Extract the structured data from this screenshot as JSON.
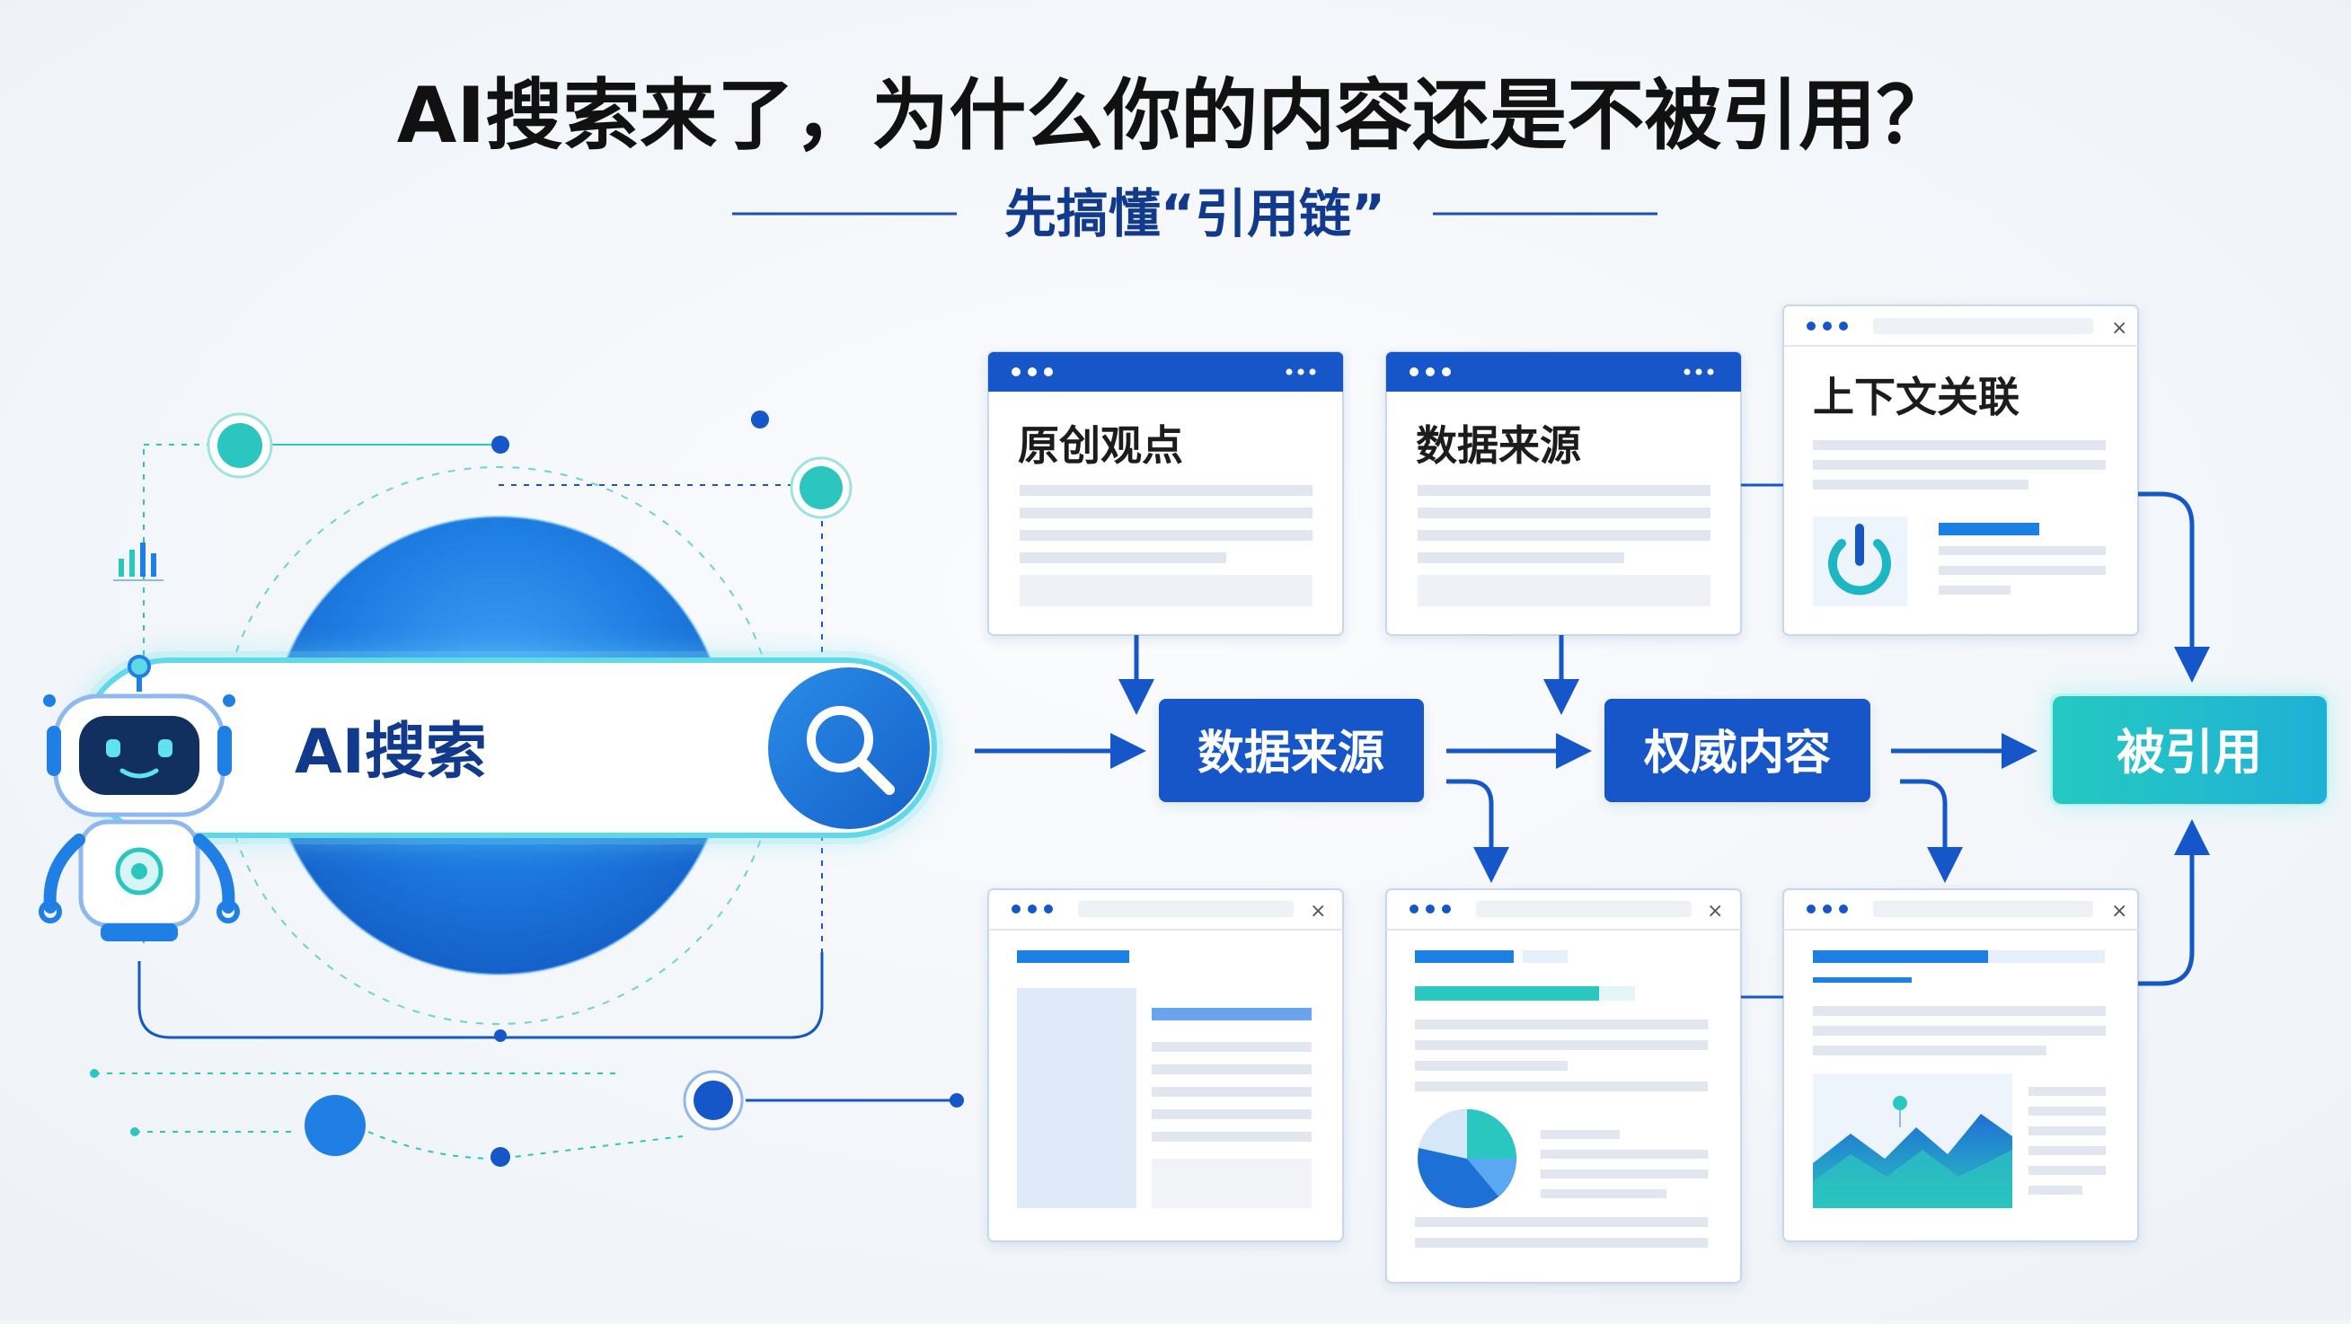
{
  "header": {
    "title": "AI搜索来了，为什么你的内容还是不被引用？",
    "subtitle": "先搞懂“引用链”"
  },
  "search": {
    "label": "AI搜索",
    "icon": "magnifier-icon",
    "robot_icon": "robot-icon"
  },
  "cards": {
    "original_view": "原创观点",
    "data_source": "数据来源",
    "context_link": "上下文关联"
  },
  "flow": {
    "data_source": "数据来源",
    "authority": "权威内容",
    "cited": "被引用"
  },
  "colors": {
    "brand_blue": "#1557c8",
    "deep_blue": "#0f46b0",
    "teal": "#2cc6c0",
    "title": "#111111",
    "subtitle": "#123a8c"
  }
}
